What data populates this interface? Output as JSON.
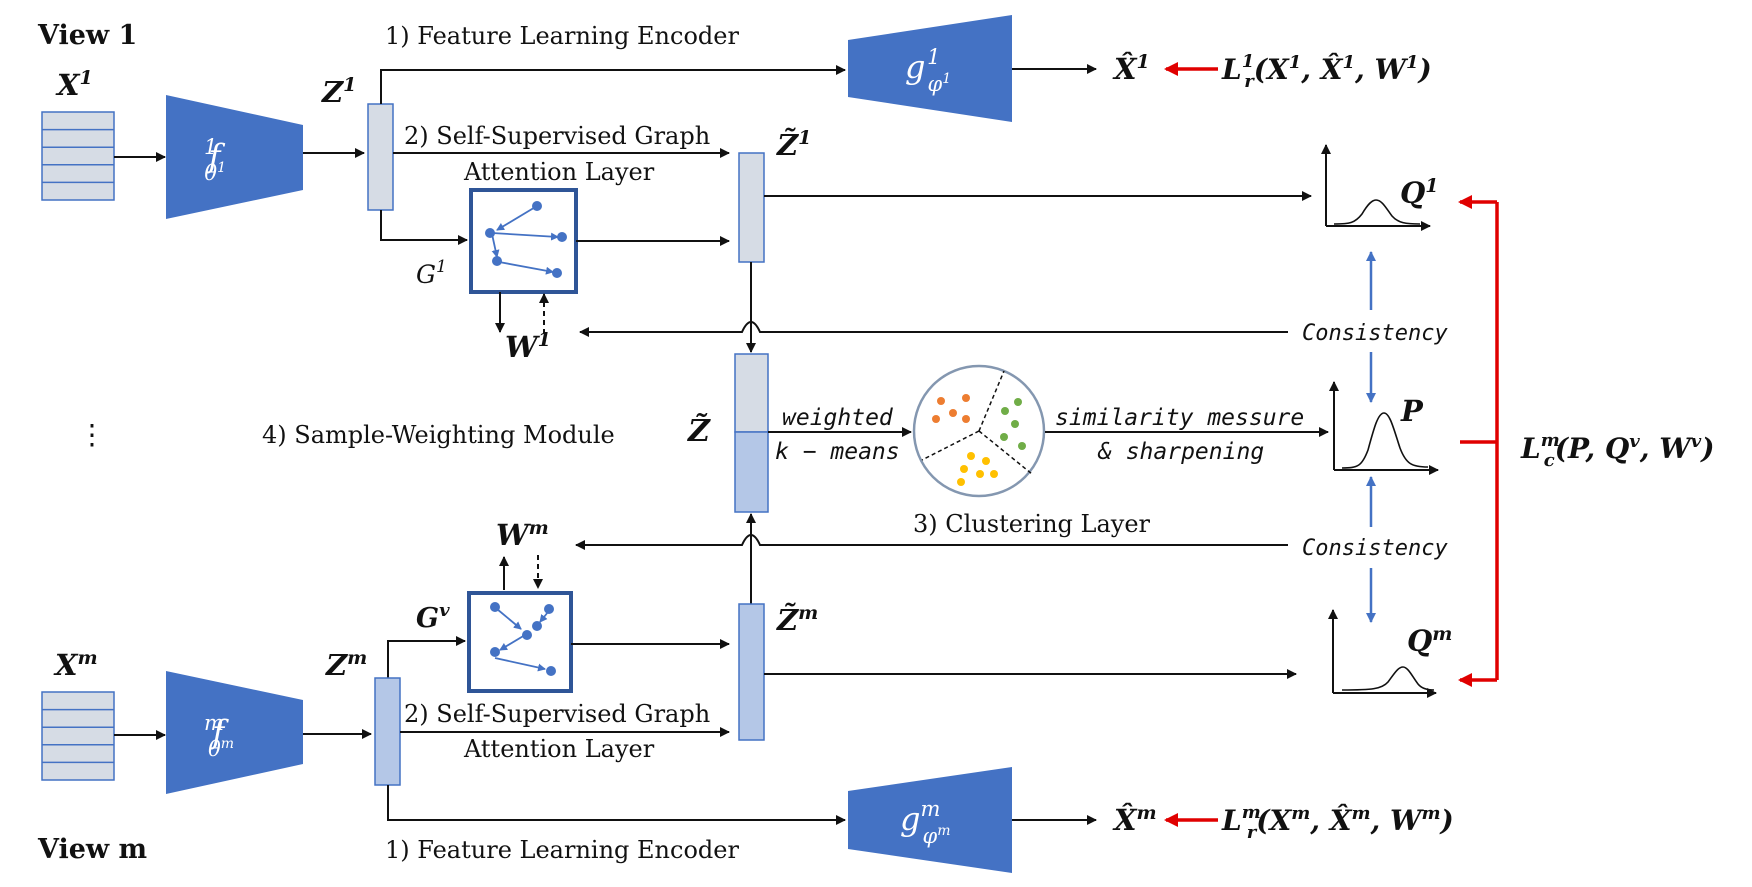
{
  "labels": {
    "view_top": "View 1",
    "view_bottom": "View m",
    "ellipsis": "⋮",
    "x_top": "X",
    "x_top_sup": "1",
    "x_bottom": "X",
    "x_bottom_sup": "m",
    "enc_top_f": "f",
    "enc_top_sub": "θ",
    "enc_top_sub_sup": "1",
    "enc_top_sup": "1",
    "enc_bottom_f": "f",
    "enc_bottom_sub": "θ",
    "enc_bottom_sub_sup": "m",
    "enc_bottom_sup": "m",
    "dec_top_g": "g",
    "dec_top_sub": "φ",
    "dec_top_sub_sup": "1",
    "dec_top_sup": "1",
    "dec_bottom_g": "g",
    "dec_bottom_sub": "φ",
    "dec_bottom_sub_sup": "m",
    "dec_bottom_sup": "m",
    "z_top": "Z",
    "z_top_sup": "1",
    "z_bottom": "Z",
    "z_bottom_sup": "m",
    "zt_top": "Z̃",
    "zt_top_sup": "1",
    "zt_bottom": "Z̃",
    "zt_bottom_sup": "m",
    "zt_center": "Z̃",
    "g_top": "G",
    "g_top_sup": "1",
    "g_bottom": "G",
    "g_bottom_sup": "v",
    "w_top": "W",
    "w_top_sup": "1",
    "w_bottom": "W",
    "w_bottom_sup": "m",
    "xhat_top": "X̂",
    "xhat_top_sup": "1",
    "xhat_bottom": "X̂",
    "xhat_bottom_sup": "m",
    "loss_top": "L",
    "loss_top_sup": "1",
    "loss_top_sub": "r",
    "loss_top_args": "(X",
    "loss_top_a1": "1",
    "loss_top_mid1": ", X̂",
    "loss_top_a2": "1",
    "loss_top_mid2": ", W",
    "loss_top_a3": "1",
    "loss_top_end": ")",
    "loss_bottom": "L",
    "loss_bottom_sup": "m",
    "loss_bottom_sub": "r",
    "loss_bottom_args": "(X",
    "loss_bottom_a1": "m",
    "loss_bottom_mid1": ", X̂",
    "loss_bottom_a2": "m",
    "loss_bottom_mid2": ", W",
    "loss_bottom_a3": "m",
    "loss_bottom_end": ")",
    "loss_c": "L",
    "loss_c_sup": "m",
    "loss_c_sub": "c",
    "loss_c_args": "(P, Q",
    "loss_c_a1": "v",
    "loss_c_mid": ", W",
    "loss_c_a2": "v",
    "loss_c_end": ")",
    "q_top": "Q",
    "q_top_sup": "1",
    "q_bottom": "Q",
    "q_bottom_sup": "m",
    "p": "P",
    "consistency_top": "Consistency",
    "consistency_bottom": "Consistency",
    "fle_top": "1) Feature Learning Encoder",
    "fle_bottom": "1) Feature Learning Encoder",
    "ssgal_top_1": "2) Self-Supervised Graph",
    "ssgal_top_2": "Attention Layer",
    "ssgal_bottom_1": "2) Self-Supervised Graph",
    "ssgal_bottom_2": "Attention Layer",
    "clustering": "3) Clustering Layer",
    "sample_weighting": "4) Sample-Weighting Module",
    "weighted": "weighted",
    "kmeans": "k − means",
    "similarity": "similarity messure",
    "sharpening": "& sharpening"
  },
  "colors": {
    "block_blue": "#4472c4",
    "bar_light": "#d6dce5",
    "bar_blue": "#b4c7e7",
    "feature_stack": "#d6dce5",
    "arrow_black": "#111111",
    "arrow_red": "#e00000",
    "arrow_blue": "#4472c4",
    "cluster_orange": "#ed7d31",
    "cluster_green": "#70ad47",
    "cluster_yellow": "#ffc000",
    "graph_border": "#2f5597"
  }
}
